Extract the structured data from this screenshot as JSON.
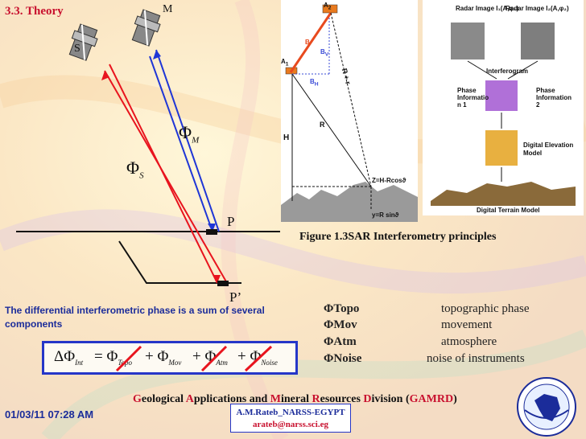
{
  "slide": {
    "title": "3.3. Theory",
    "sat_master": "M",
    "sat_slave": "S",
    "phi_symbol": "Φ",
    "phi_m_sub": "M",
    "phi_s_sub": "S",
    "point_p": "P",
    "point_p_prime": "P’",
    "figure_caption": "Figure 1.3SAR Interferometry principles",
    "diff_text": "The differential interferometric phase is a sum of several components"
  },
  "equation": {
    "delta_phi": "ΔΦ",
    "int_sub": "Int",
    "equals": "= Φ",
    "topo_sub": "Topo",
    "plus_mov": "+ Φ",
    "mov_sub": "Mov",
    "plus_atm": "+ Φ",
    "atm_sub": "Atm",
    "plus_noise": "+ Φ",
    "noise_sub": "Noise"
  },
  "legend": [
    {
      "key": "ΦTopo",
      "value": "topographic phase"
    },
    {
      "key": "ΦMov",
      "value": "movement"
    },
    {
      "key": "ΦAtm",
      "value": "atmosphere"
    },
    {
      "key": "ΦNoise",
      "value": "noise of instruments"
    }
  ],
  "geometry_figure": {
    "a2": "A",
    "a2_sub": "2",
    "a1": "A",
    "a1_sub": "1",
    "h": "H",
    "r": "R",
    "r_plus": "R + r",
    "bh": "B",
    "bh_sub": "H",
    "bv": "B",
    "bv_sub": "V",
    "b": "B",
    "z_label": "Z=H-Rcosϑ",
    "y_label": "y=R sinϑ"
  },
  "flow_figure": {
    "radar1": "Radar Image I₁(A,φ₁)",
    "radar2": "Radar Image I₂(A,φ₂)",
    "interferogram": "Interferogram",
    "phase1": "Phase Informatio n 1",
    "phase2": "Phase Information 2",
    "dem": "Digital Elevation Model",
    "dtm": "Digital Terrain Model"
  },
  "footer": {
    "g": "G",
    "g_rest": "eological ",
    "a": "A",
    "a_rest": "pplications and ",
    "m": "M",
    "m_rest": "ineral ",
    "r": "R",
    "r_rest": "esources ",
    "d": "D",
    "d_rest": "ivision (",
    "gamrd": "GAMRD",
    "close": ")",
    "date": "01/03/11 07:28 AM",
    "author": "A.M.Rateb_NARSS-EGYPT",
    "email": "arateb@narss.sci.eg"
  },
  "colors": {
    "red": "#e8141e",
    "blue": "#1f36d6",
    "title": "#c8102e"
  }
}
